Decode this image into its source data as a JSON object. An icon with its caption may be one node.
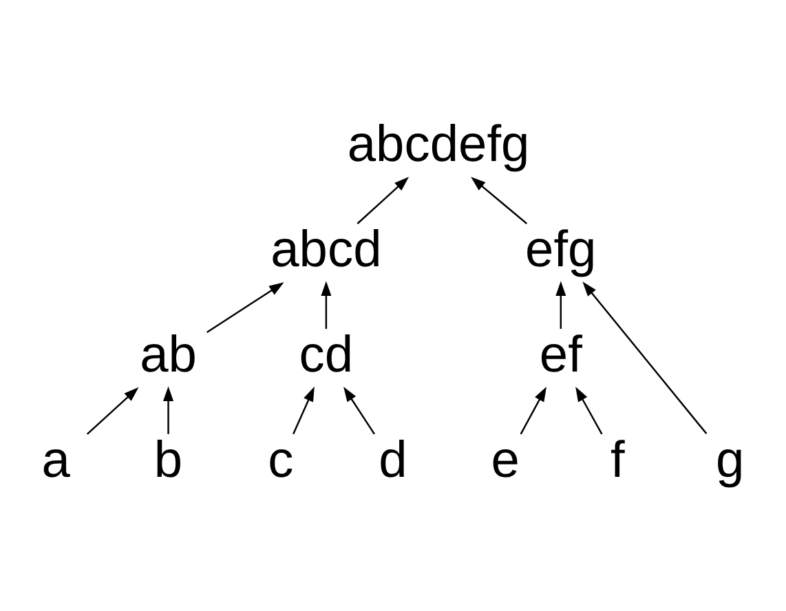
{
  "diagram": {
    "nodes": [
      {
        "text": [
          "abcdefg"
        ]
      },
      {
        "text": [
          "abcd"
        ]
      },
      {
        "text": [
          "efg"
        ]
      },
      {
        "text": [
          "ab"
        ]
      },
      {
        "text": [
          "cd"
        ]
      },
      {
        "text": [
          "ef"
        ]
      },
      {
        "text": [
          "a"
        ]
      },
      {
        "text": [
          "b"
        ]
      },
      {
        "text": [
          "c"
        ]
      },
      {
        "text": [
          "d"
        ]
      },
      {
        "text": [
          "e"
        ]
      },
      {
        "text": [
          "f"
        ]
      },
      {
        "text": [
          "g"
        ]
      }
    ],
    "edges": [
      {
        "from": 1,
        "to": 0,
        "arrow": "to"
      },
      {
        "from": 2,
        "to": 0,
        "arrow": "to"
      },
      {
        "from": 3,
        "to": 1,
        "arrow": "to"
      },
      {
        "from": 4,
        "to": 1,
        "arrow": "to"
      },
      {
        "from": 5,
        "to": 2,
        "arrow": "to"
      },
      {
        "from": 12,
        "to": 2,
        "arrow": "to"
      },
      {
        "from": 6,
        "to": 3,
        "arrow": "to"
      },
      {
        "from": 7,
        "to": 3,
        "arrow": "to"
      },
      {
        "from": 8,
        "to": 4,
        "arrow": "to"
      },
      {
        "from": 9,
        "to": 4,
        "arrow": "to"
      },
      {
        "from": 10,
        "to": 5,
        "arrow": "to"
      },
      {
        "from": 11,
        "to": 5,
        "arrow": "to"
      }
    ]
  }
}
